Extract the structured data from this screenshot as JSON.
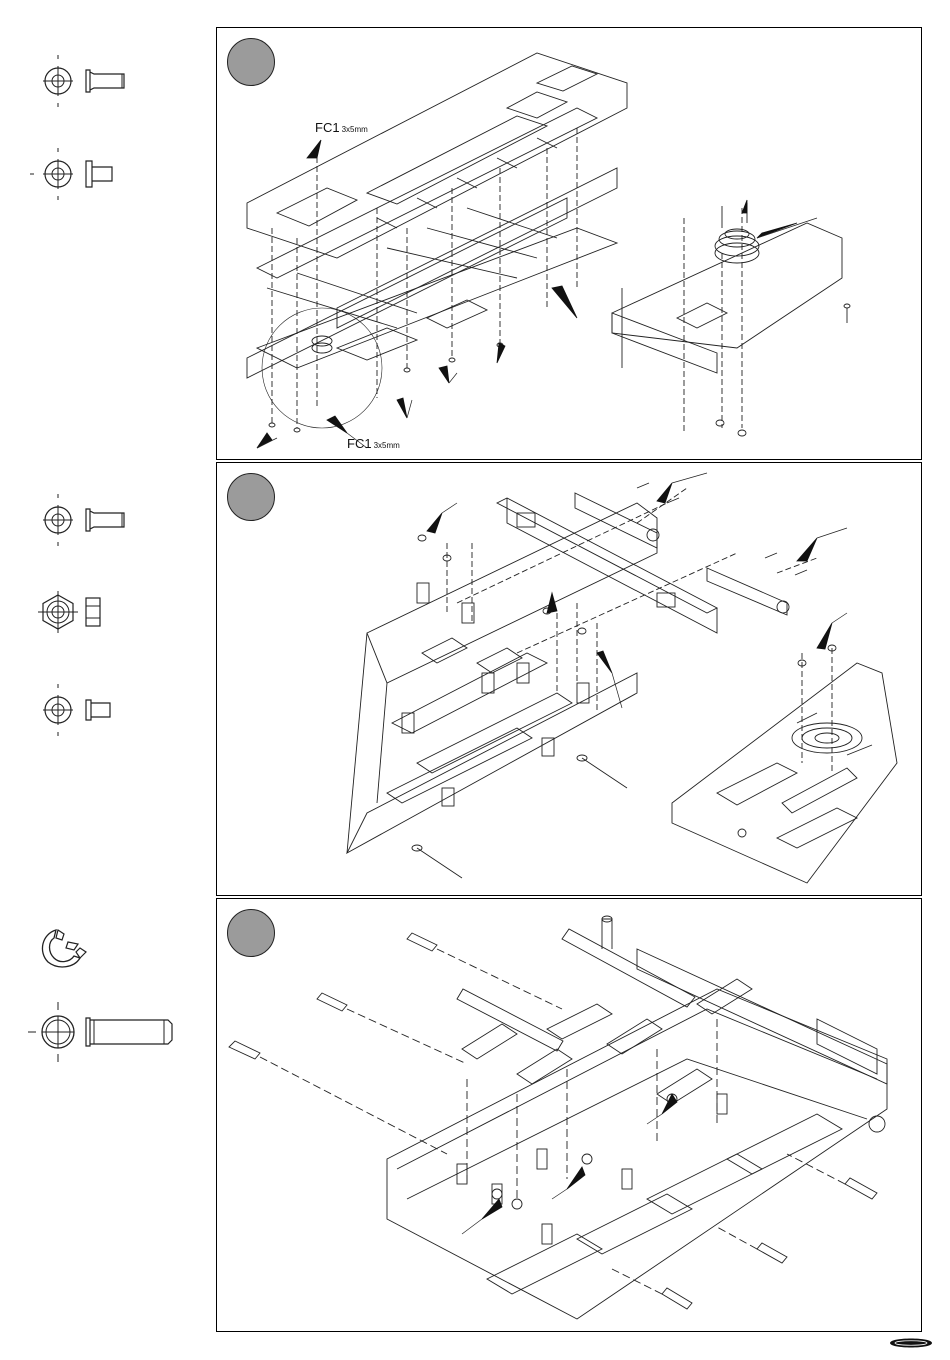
{
  "panels": [
    {
      "labels": [
        {
          "text": "FC1",
          "sub": "3x5mm"
        },
        {
          "text": "FC1",
          "sub": "3x5mm"
        }
      ]
    },
    {
      "labels": []
    },
    {
      "labels": []
    }
  ],
  "parts": [
    {
      "icon": "countersunk-screw-icon"
    },
    {
      "icon": "button-head-screw-icon"
    },
    {
      "icon": "countersunk-screw-icon"
    },
    {
      "icon": "hex-nut-icon"
    },
    {
      "icon": "button-head-screw-icon"
    },
    {
      "icon": "e-clip-icon"
    },
    {
      "icon": "pin-shaft-icon"
    }
  ],
  "logo": {
    "icon": "carson-logo-icon"
  },
  "colors": {
    "line": "#222222",
    "step_fill": "#9b9b9b",
    "border": "#000000"
  }
}
